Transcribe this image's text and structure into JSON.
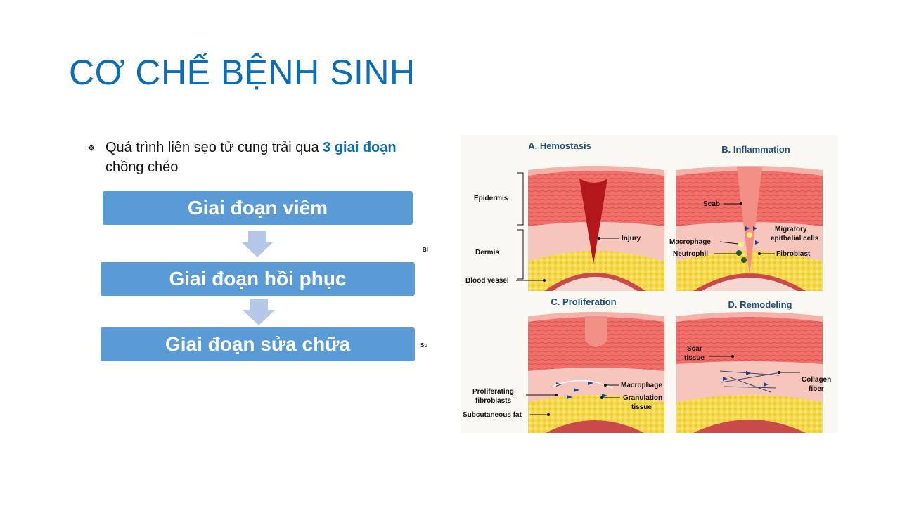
{
  "slide": {
    "title": "CƠ CHẾ BỆNH SINH"
  },
  "bullet": {
    "text_before": "Quá trình liền sẹo tử cung trải qua ",
    "highlight": "3 giai đoạn",
    "text_after": " chồng chéo"
  },
  "stages": [
    "Giai đoạn viêm",
    "Giai đoạn hồi phục",
    "Giai đoạn sửa chữa"
  ],
  "fragments": {
    "f1": "Bl",
    "f2": "Su"
  },
  "figure": {
    "panel_a": {
      "title": "A. Hemostasis",
      "labels": {
        "epidermis": "Epidermis",
        "dermis": "Dermis",
        "injury": "Injury",
        "blood_vessel": "Blood vessel"
      }
    },
    "panel_b": {
      "title": "B. Inflammation",
      "labels": {
        "scab": "Scab",
        "macrophage": "Macrophage",
        "migratory1": "Migratory",
        "migratory2": "epithelial cells",
        "neutrophil": "Neutrophil",
        "fibroblast": "Fibroblast"
      }
    },
    "panel_c": {
      "title": "C. Proliferation",
      "labels": {
        "prolif1": "Proliferating",
        "prolif2": "fibroblasts",
        "macrophage": "Macrophage",
        "gran1": "Granulation",
        "gran2": "tissue",
        "subcut": "Subcutaneous fat"
      }
    },
    "panel_d": {
      "title": "D. Remodeling",
      "labels": {
        "scar1": "Scar",
        "scar2": "tissue",
        "coll1": "Collagen",
        "coll2": "fiber"
      }
    }
  },
  "colors": {
    "title": "#0b6db3",
    "stage_box": "#5b9bd5",
    "arrow": "#b4c7e7"
  }
}
